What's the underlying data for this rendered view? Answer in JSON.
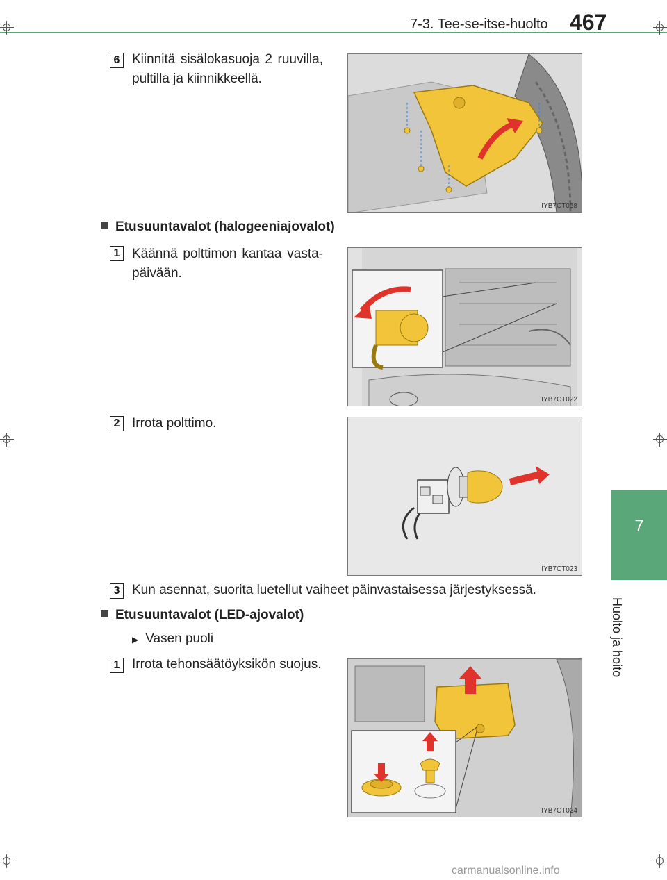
{
  "header": {
    "title": "7-3. Tee-se-itse-huolto",
    "page_number": "467"
  },
  "side_tab": {
    "number": "7",
    "label": "Huolto ja hoito"
  },
  "steps_top": [
    {
      "num": "6",
      "text": "Kiinnitä sisälokasuoja 2 ruuvilla, pultilla ja kiinnikkeellä.",
      "fig": "IYB7CT058"
    }
  ],
  "section1": {
    "title": "Etusuuntavalot (halogeeniajovalot)",
    "steps": [
      {
        "num": "1",
        "text": "Käännä polttimon kantaa vasta-päivään.",
        "fig": "IYB7CT022"
      },
      {
        "num": "2",
        "text": "Irrota polttimo.",
        "fig": "IYB7CT023"
      },
      {
        "num": "3",
        "text": "Kun asennat, suorita luetellut vaiheet päinvastaisessa järjestyksessä."
      }
    ]
  },
  "section2": {
    "title": "Etusuuntavalot (LED-ajovalot)",
    "sub": "Vasen puoli",
    "steps": [
      {
        "num": "1",
        "text": "Irrota tehonsäätöyksikön suojus.",
        "fig": "IYB7CT024"
      }
    ]
  },
  "footer": {
    "watermark": "carmanualsonline.info"
  },
  "colors": {
    "accent_green": "#5aa77a",
    "part_yellow": "#f2c43a",
    "arrow_red": "#e0332c"
  }
}
